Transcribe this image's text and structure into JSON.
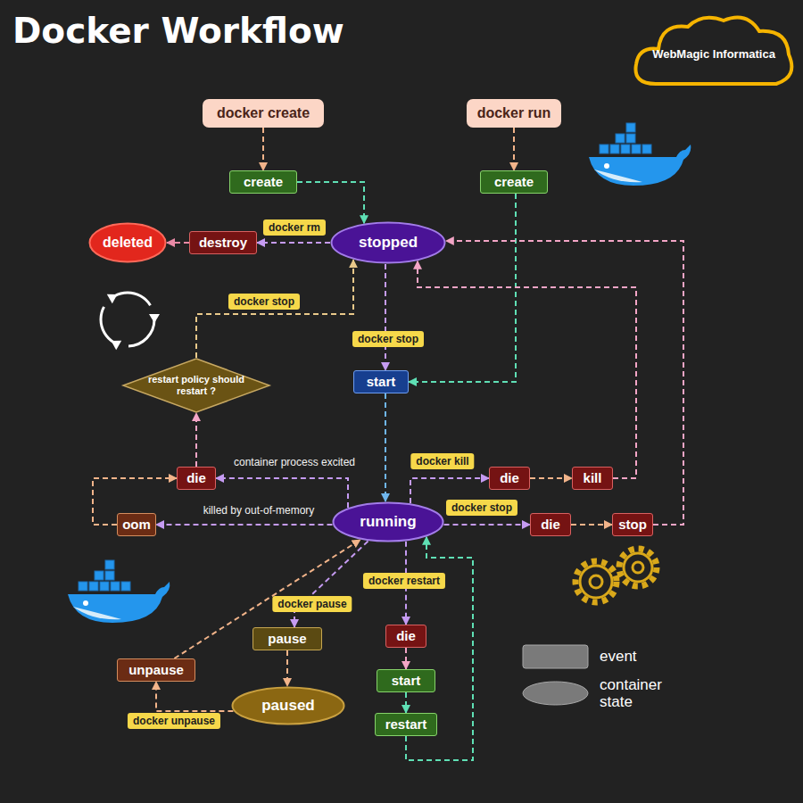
{
  "diagram": {
    "title": "Docker Workflow",
    "nodes": [
      {
        "text": [
          "WebMagic Informatica"
        ]
      },
      {
        "text": [
          "docker create"
        ]
      },
      {
        "text": [
          "docker run"
        ]
      },
      {
        "text": [
          "create"
        ]
      },
      {
        "text": [
          "create"
        ]
      },
      {
        "text": [
          "deleted"
        ]
      },
      {
        "text": [
          "destroy"
        ]
      },
      {
        "text": [
          "stopped"
        ]
      },
      {
        "text": [
          "restart policy should restart ?"
        ]
      },
      {
        "text": [
          "start"
        ]
      },
      {
        "text": [
          "die"
        ]
      },
      {
        "text": [
          "die"
        ]
      },
      {
        "text": [
          "kill"
        ]
      },
      {
        "text": [
          "oom"
        ]
      },
      {
        "text": [
          "running"
        ]
      },
      {
        "text": [
          "die"
        ]
      },
      {
        "text": [
          "stop"
        ]
      },
      {
        "text": [
          "die"
        ]
      },
      {
        "text": [
          "pause"
        ]
      },
      {
        "text": [
          "unpause"
        ]
      },
      {
        "text": [
          "start"
        ]
      },
      {
        "text": [
          "paused"
        ]
      },
      {
        "text": [
          "restart"
        ]
      }
    ],
    "edges": [
      {
        "from": 1,
        "to": 3,
        "arrow": "to"
      },
      {
        "from": 2,
        "to": 4,
        "arrow": "to"
      },
      {
        "from": 3,
        "to": 7,
        "arrow": "to"
      },
      {
        "from": 4,
        "to": 9,
        "arrow": "to"
      },
      {
        "from": 7,
        "to": 6,
        "label": "docker rm",
        "arrow": "to"
      },
      {
        "from": 6,
        "to": 5,
        "arrow": "to"
      },
      {
        "from": 7,
        "to": 9,
        "label": "docker stop",
        "arrow": "to"
      },
      {
        "from": 9,
        "to": 14,
        "arrow": "to"
      },
      {
        "from": 14,
        "to": 10,
        "label": "container process excited",
        "arrow": "to"
      },
      {
        "from": 14,
        "to": 13,
        "label": "killed by out-of-memory",
        "arrow": "to"
      },
      {
        "from": 13,
        "to": 10,
        "arrow": "to"
      },
      {
        "from": 10,
        "to": 8,
        "arrow": "to"
      },
      {
        "from": 8,
        "to": 7,
        "label": "docker stop",
        "arrow": "to"
      },
      {
        "from": 14,
        "to": 11,
        "label": "docker kill",
        "arrow": "to"
      },
      {
        "from": 11,
        "to": 12,
        "arrow": "to"
      },
      {
        "from": 12,
        "to": 7,
        "arrow": "to"
      },
      {
        "from": 14,
        "to": 15,
        "label": "docker stop",
        "arrow": "to"
      },
      {
        "from": 15,
        "to": 16,
        "arrow": "to"
      },
      {
        "from": 16,
        "to": 7,
        "arrow": "to"
      },
      {
        "from": 14,
        "to": 18,
        "label": "docker pause",
        "arrow": "to"
      },
      {
        "from": 18,
        "to": 21,
        "arrow": "to"
      },
      {
        "from": 21,
        "to": 19,
        "label": "docker unpause",
        "arrow": "to"
      },
      {
        "from": 19,
        "to": 14,
        "arrow": "to"
      },
      {
        "from": 14,
        "to": 17,
        "label": "docker restart",
        "arrow": "to"
      },
      {
        "from": 17,
        "to": 20,
        "arrow": "to"
      },
      {
        "from": 20,
        "to": 22,
        "arrow": "to"
      },
      {
        "from": 22,
        "to": 14,
        "arrow": "to"
      }
    ],
    "legend": [
      {
        "text": "event"
      },
      {
        "text": "container state"
      }
    ]
  }
}
